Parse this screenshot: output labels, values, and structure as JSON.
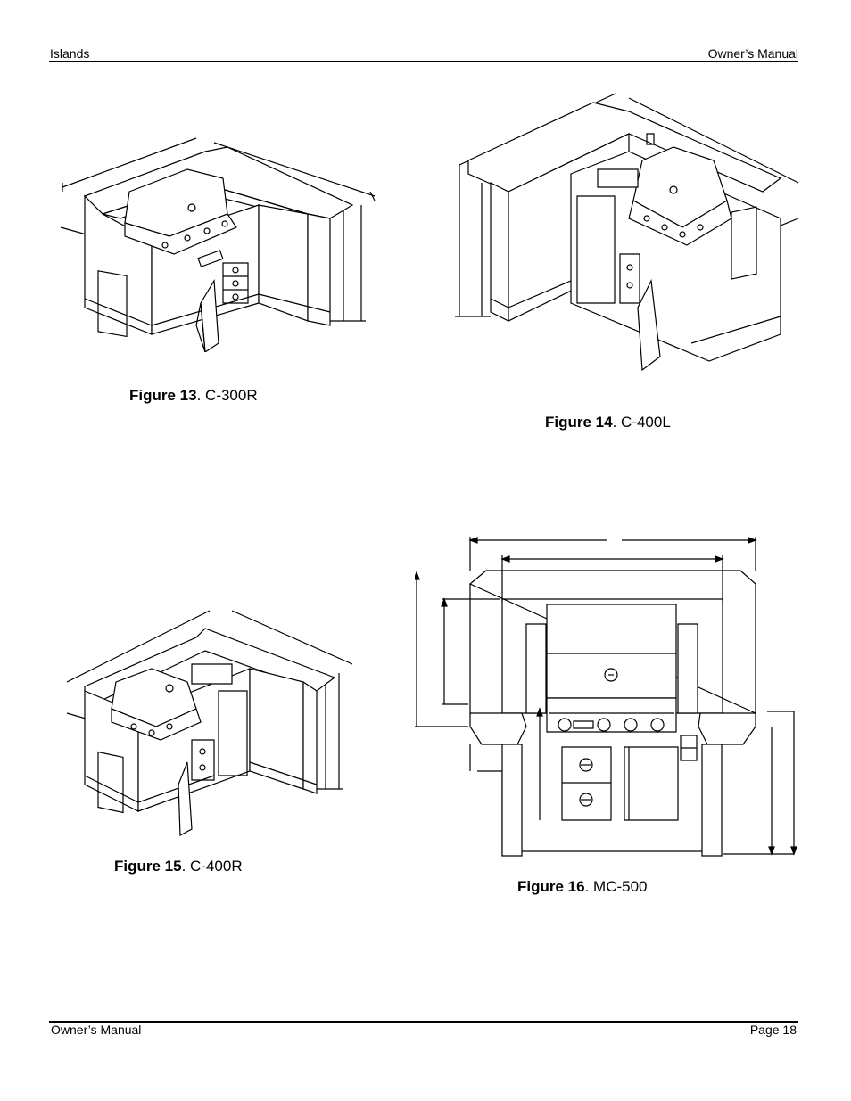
{
  "header": {
    "left": "Islands",
    "right": "Owner’s Manual"
  },
  "footer": {
    "left": "Owner’s Manual",
    "right": "Page 18"
  },
  "figures": [
    {
      "label": "Figure 13",
      "model": ". C-300R"
    },
    {
      "label": "Figure 14",
      "model": ". C-400L"
    },
    {
      "label": "Figure 15",
      "model": ". C-400R"
    },
    {
      "label": "Figure 16",
      "model": ". MC-500"
    }
  ]
}
